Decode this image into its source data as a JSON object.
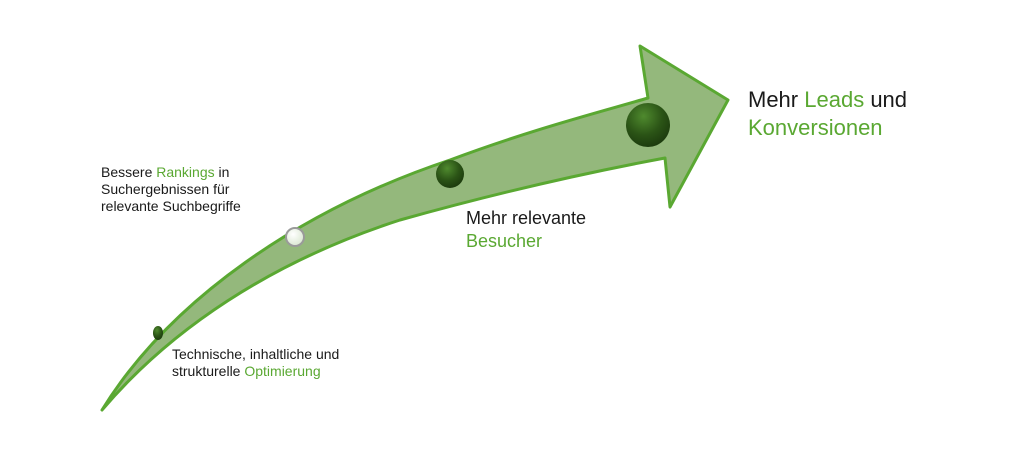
{
  "colors": {
    "arrow_fill": "#94b87c",
    "arrow_stroke": "#5aa832",
    "dot_dark": "#2b5416",
    "dot_hollow_stroke": "#9a9a9a",
    "accent_text": "#5aa832",
    "text": "#1a1a1a"
  },
  "stages": [
    {
      "dot": "dark",
      "lines": [
        [
          {
            "text": "Technische, inhaltliche und",
            "accent": false
          }
        ],
        [
          {
            "text": "strukturelle ",
            "accent": false
          },
          {
            "text": "Optimierung",
            "accent": true
          }
        ]
      ]
    },
    {
      "dot": "hollow",
      "lines": [
        [
          {
            "text": "Bessere ",
            "accent": false
          },
          {
            "text": "Rankings",
            "accent": true
          },
          {
            "text": " in",
            "accent": false
          }
        ],
        [
          {
            "text": "Suchergebnissen für",
            "accent": false
          }
        ],
        [
          {
            "text": "relevante Suchbegriffe",
            "accent": false
          }
        ]
      ]
    },
    {
      "dot": "dark",
      "lines": [
        [
          {
            "text": "Mehr relevante",
            "accent": false
          }
        ],
        [
          {
            "text": "Besucher",
            "accent": true
          }
        ]
      ]
    },
    {
      "dot": "dark",
      "lines": [
        [
          {
            "text": "Mehr ",
            "accent": false
          },
          {
            "text": "Leads",
            "accent": true
          },
          {
            "text": " und",
            "accent": false
          }
        ],
        [
          {
            "text": "Konversionen",
            "accent": true
          }
        ]
      ]
    }
  ]
}
